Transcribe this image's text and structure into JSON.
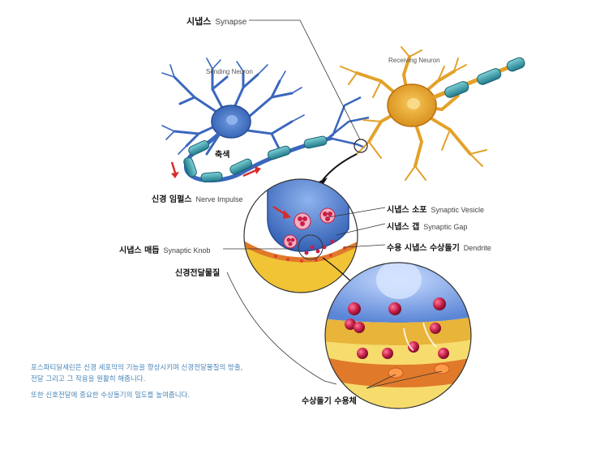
{
  "labels": {
    "synapse": {
      "ko": "시냅스",
      "en": "Synapse"
    },
    "sending_neuron": "Sending Neuron",
    "receiving_neuron": "Receiving Neuron",
    "axon": {
      "ko": "축색"
    },
    "nerve_impulse": {
      "ko": "신경 임펄스",
      "en": "Nerve Impulse"
    },
    "synaptic_vesicle": {
      "ko": "시냅스 소포",
      "en": "Synaptic Vesicle"
    },
    "synaptic_gap": {
      "ko": "시냅스 갭",
      "en": "Synaptic Gap"
    },
    "synaptic_knob": {
      "ko": "시냅스 매듭",
      "en": "Synaptic Knob"
    },
    "dendrite": {
      "ko": "수용 시냅스 수상돌기",
      "en": "Dendrite"
    },
    "neurotransmitter": {
      "ko": "신경전달물질"
    },
    "dendrite_receptor": {
      "ko": "수상돌기 수용체"
    }
  },
  "caption": {
    "line1": "포스파티딜세린은 신경 세포막의 기능을 향상시키며 신경전달물질의 방출,",
    "line2": "전달 그리고 그 작용을 원활히 해줍니다.",
    "line3": "또한 신호전달에 중요한 수상돌기의 밀도를 높여줍니다."
  },
  "colors": {
    "sending_neuron": "#3f6fc2",
    "receiving_neuron": "#e8a62a",
    "myelin": "#3a9aa8",
    "vesicle": "#c8204a",
    "membrane_yellow": "#f1c436",
    "membrane_orange": "#e07a2a",
    "caption": "#4a86b8"
  }
}
